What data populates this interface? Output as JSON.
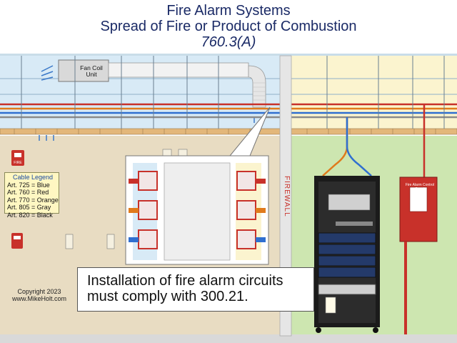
{
  "title": {
    "line1": "Fire Alarm Systems",
    "line2": "Spread of Fire or Product of Combustion",
    "code": "760.3(A)"
  },
  "fan_coil_unit": {
    "label": "Fan Coil Unit"
  },
  "cable_legend": {
    "title": "Cable Legend",
    "items": [
      {
        "text": "Art. 725 = Blue",
        "color": "#2f6fd0"
      },
      {
        "text": "Art. 760 = Red",
        "color": "#c8312a"
      },
      {
        "text": "Art. 770 = Orange",
        "color": "#e07a1c"
      },
      {
        "text": "Art. 805 = Gray",
        "color": "#8a8a8a"
      },
      {
        "text": "Art. 820 = Black",
        "color": "#111111"
      }
    ]
  },
  "firewall_label": "FIREWALL",
  "fire_pull_station_label": "FIRE",
  "control_panel_label": "Fire Alarm Control Panel",
  "copyright": {
    "line1": "Copyright 2023",
    "line2": "www.MikeHolt.com"
  },
  "callout": {
    "text": "Installation of fire alarm circuits must comply with 300.21."
  },
  "colors": {
    "ceiling_space": "#d8eaf6",
    "left_room_wall": "#e8dcc2",
    "right_room_wall": "#cde6b0",
    "right_ceiling": "#fbf4cf",
    "firewall": "#e6e6e6",
    "beam": "#e3b77a",
    "title_text": "#1a2a66"
  },
  "icons": [
    "fire-pull-station-icon",
    "outlet-icon",
    "air-flow-arrow-icon",
    "smoke-detector-icon"
  ]
}
